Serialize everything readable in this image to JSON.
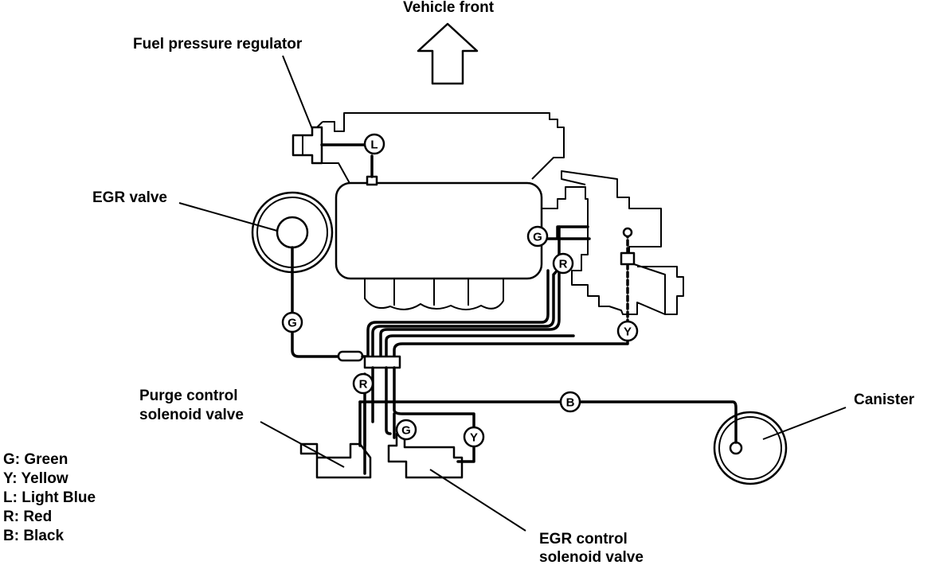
{
  "labels": {
    "vehicle_front": "Vehicle front",
    "fuel_pressure_regulator": "Fuel pressure regulator",
    "egr_valve": "EGR valve",
    "purge_valve_line1": "Purge control",
    "purge_valve_line2": "solenoid valve",
    "canister": "Canister",
    "egr_control_line1": "EGR control",
    "egr_control_line2": "solenoid valve"
  },
  "legend": [
    "G: Green",
    "Y: Yellow",
    "L: Light Blue",
    "R: Red",
    "B: Black"
  ],
  "hose_tags": {
    "l_regulator": "L",
    "g_right": "G",
    "r_right": "R",
    "g_egr": "G",
    "y_right": "Y",
    "r_purge": "R",
    "b_canister": "B",
    "g_egr_solenoid": "G",
    "y_egr_solenoid": "Y"
  }
}
